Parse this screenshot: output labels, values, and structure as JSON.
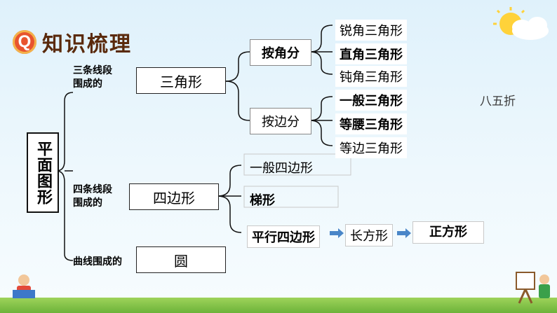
{
  "header": {
    "badge": "Q",
    "title": "知识梳理"
  },
  "root": {
    "label": "平面图形"
  },
  "branches": [
    {
      "label_line1": "三条线段",
      "label_line2": "围成的",
      "box": "三角形"
    },
    {
      "label_line1": "四条线段",
      "label_line2": "围成的",
      "box": "四边形"
    },
    {
      "label_line1": "曲线围成的",
      "box": "圆"
    }
  ],
  "triangle": {
    "by_angle": "按角分",
    "by_side": "按边分",
    "angle_types": [
      "锐角三角形",
      "直角三角形",
      "钝角三角形"
    ],
    "side_types": [
      "一般三角形",
      "等腰三角形",
      "等边三角形"
    ]
  },
  "quadrilateral": {
    "types": [
      "一般四边形",
      "梯形",
      "平行四边形"
    ],
    "chain": [
      "长方形",
      "正方形"
    ]
  },
  "side_note": "八五折",
  "colors": {
    "arrow": "#4a86c8",
    "title": "#5a2a0c",
    "badge": "#e8542f"
  }
}
